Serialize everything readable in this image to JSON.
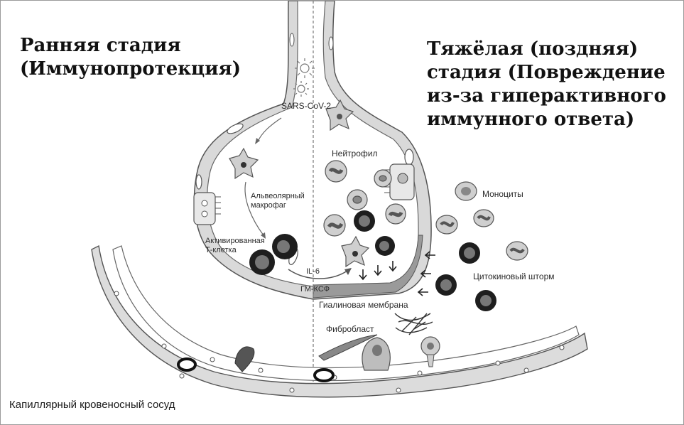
{
  "colors": {
    "membrane": "#d9d9d9",
    "outline": "#555555",
    "cell_dark": "#1e1e1e",
    "cell_fill": "#cfcfcf",
    "nucleus": "#6e6e6e"
  },
  "headings": {
    "left": [
      "Ранняя стадия",
      "(Иммунопротекция)"
    ],
    "right": [
      "Тяжёлая (поздняя)",
      "стадия (Повреждение",
      "из-за гиперактивного",
      "иммунного ответа)"
    ]
  },
  "labels": {
    "virus": "SARS-CoV-2",
    "macrophage": [
      "Альвеолярный",
      "макрофаг"
    ],
    "tcell": [
      "Активированная",
      "Т-клетка"
    ],
    "il6": "IL-6",
    "gmcsf": "ГМ-КСФ",
    "neutrophil": "Нейтрофил",
    "monocytes": "Моноциты",
    "cytokine_storm": "Цитокиновый шторм",
    "hyaline": "Гиалиновая мембрана",
    "fibroblast": "Фибробласт",
    "capillary": "Капиллярный кровеносный сосуд"
  }
}
